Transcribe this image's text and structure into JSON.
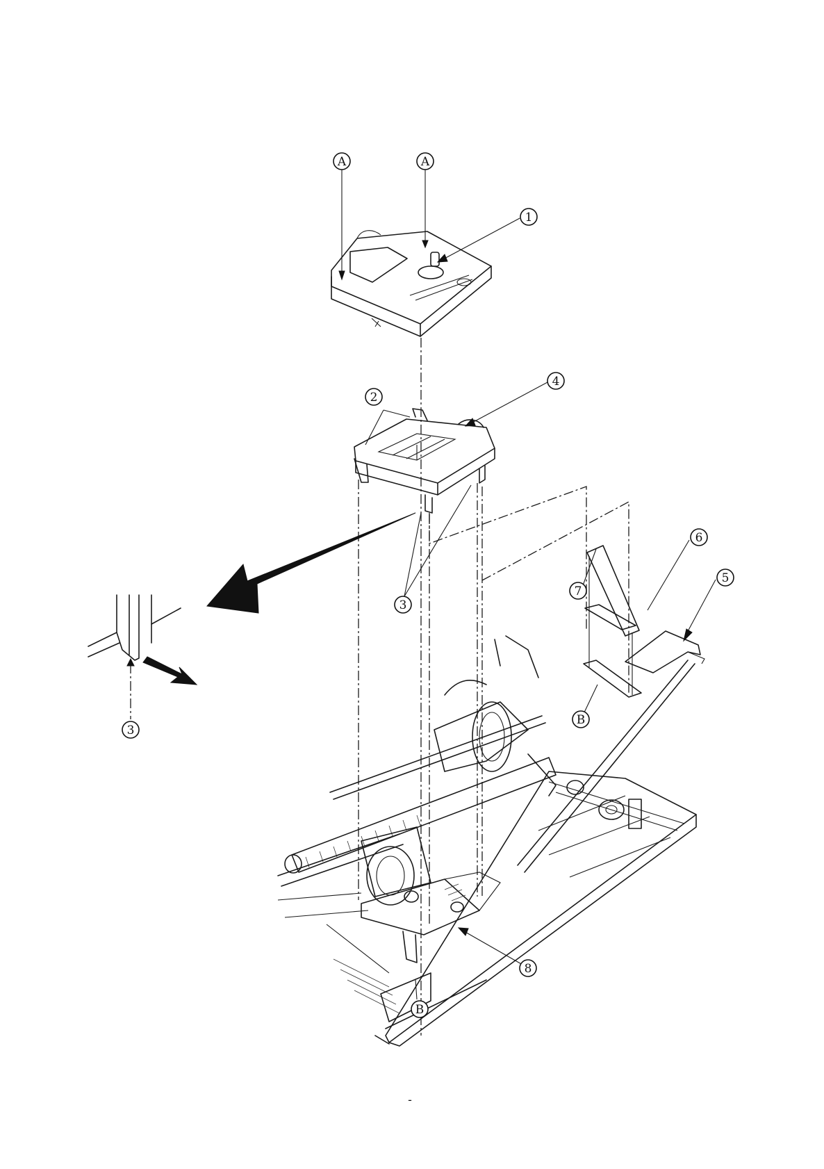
{
  "callouts": {
    "a_left": "A",
    "a_right": "A",
    "c1": "1",
    "c2": "2",
    "c3_center": "3",
    "c3_detail": "3",
    "c4": "4",
    "c5": "5",
    "c6": "6",
    "c7": "7",
    "c8": "8",
    "b_upper": "B",
    "b_lower": "B"
  },
  "page_mark": "-"
}
